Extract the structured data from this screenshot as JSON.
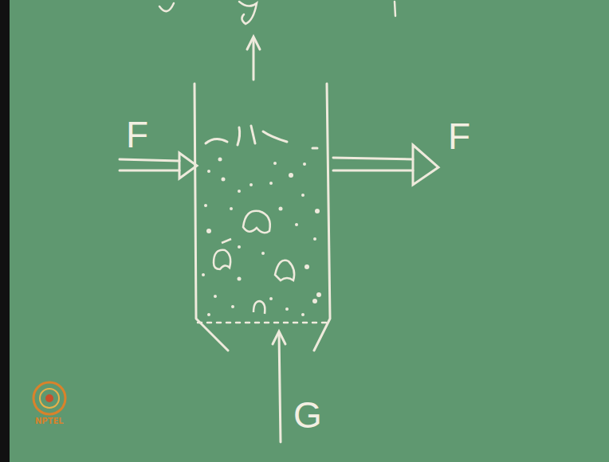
{
  "diagram": {
    "labels": [
      "F",
      "F",
      "G",
      "NPTEL"
    ]
  }
}
